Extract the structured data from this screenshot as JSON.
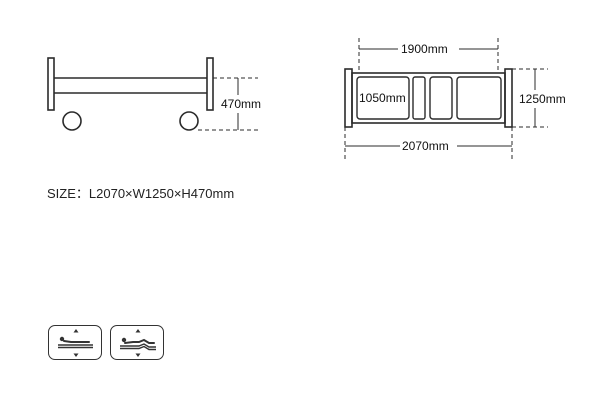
{
  "side_view": {
    "height_label": "470mm"
  },
  "top_view": {
    "inner_length_label": "1900mm",
    "inner_width_label": "1050mm",
    "outer_width_label": "1250mm",
    "outer_length_label": "2070mm"
  },
  "size_spec": "SIZE：L2070×W1250×H470mm",
  "controls": {
    "buttons": [
      {
        "icon": "bed-flat-position-icon"
      },
      {
        "icon": "bed-raised-position-icon"
      }
    ]
  }
}
